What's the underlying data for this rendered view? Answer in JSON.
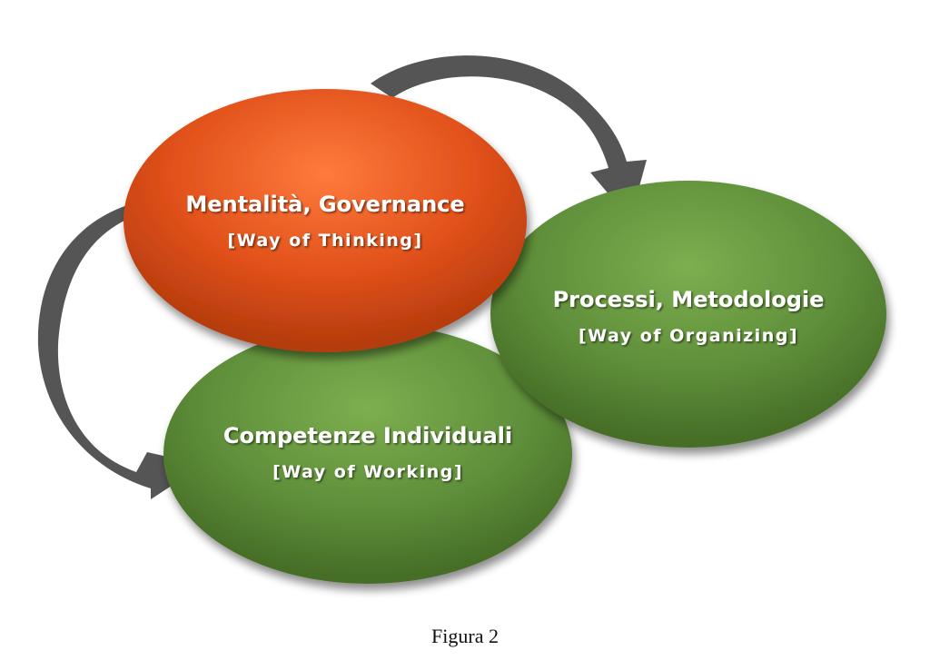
{
  "nodes": [
    {
      "title": "Mentalità, Governance",
      "subtitle": "[Way of Thinking]",
      "color": "#e0501a"
    },
    {
      "title": "Processi, Metodologie",
      "subtitle": "[Way of Organizing]",
      "color": "#5f8f3a"
    },
    {
      "title": "Competenze Individuali",
      "subtitle": "[Way of Working]",
      "color": "#5f8f3a"
    }
  ],
  "arrow_color": "#555555",
  "caption": "Figura 2"
}
